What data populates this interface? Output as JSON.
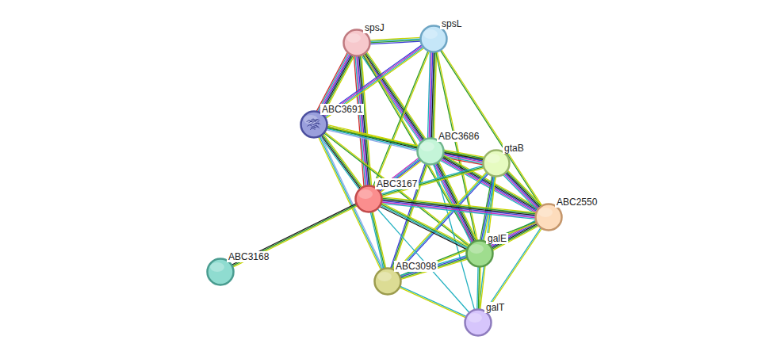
{
  "diagram": {
    "nodes": [
      {
        "text": [
          "spsJ"
        ]
      },
      {
        "text": [
          "spsL"
        ]
      },
      {
        "text": [
          "ABC3691"
        ]
      },
      {
        "text": [
          "ABC3686"
        ]
      },
      {
        "text": [
          "gtaB"
        ]
      },
      {
        "text": [
          "ABC3167"
        ]
      },
      {
        "text": [
          "ABC2550"
        ]
      },
      {
        "text": [
          "galE"
        ]
      },
      {
        "text": [
          "ABC3168"
        ]
      },
      {
        "text": [
          "ABC3098"
        ]
      },
      {
        "text": [
          "galT"
        ]
      }
    ],
    "edges": [
      {
        "from": 0,
        "to": 1,
        "arrow": "none"
      },
      {
        "from": 0,
        "to": 2,
        "arrow": "none"
      },
      {
        "from": 0,
        "to": 3,
        "arrow": "none"
      },
      {
        "from": 0,
        "to": 5,
        "arrow": "none"
      },
      {
        "from": 0,
        "to": 7,
        "arrow": "none"
      },
      {
        "from": 1,
        "to": 2,
        "arrow": "none"
      },
      {
        "from": 1,
        "to": 3,
        "arrow": "none"
      },
      {
        "from": 1,
        "to": 5,
        "arrow": "none"
      },
      {
        "from": 1,
        "to": 6,
        "arrow": "none"
      },
      {
        "from": 1,
        "to": 7,
        "arrow": "none"
      },
      {
        "from": 2,
        "to": 3,
        "arrow": "none"
      },
      {
        "from": 2,
        "to": 4,
        "arrow": "none"
      },
      {
        "from": 2,
        "to": 5,
        "arrow": "none"
      },
      {
        "from": 2,
        "to": 9,
        "arrow": "none"
      },
      {
        "from": 2,
        "to": 7,
        "arrow": "none"
      },
      {
        "from": 3,
        "to": 4,
        "arrow": "none"
      },
      {
        "from": 3,
        "to": 5,
        "arrow": "none"
      },
      {
        "from": 3,
        "to": 6,
        "arrow": "none"
      },
      {
        "from": 3,
        "to": 7,
        "arrow": "none"
      },
      {
        "from": 3,
        "to": 9,
        "arrow": "none"
      },
      {
        "from": 3,
        "to": 10,
        "arrow": "none"
      },
      {
        "from": 4,
        "to": 5,
        "arrow": "none"
      },
      {
        "from": 4,
        "to": 6,
        "arrow": "none"
      },
      {
        "from": 4,
        "to": 7,
        "arrow": "none"
      },
      {
        "from": 4,
        "to": 9,
        "arrow": "none"
      },
      {
        "from": 4,
        "to": 10,
        "arrow": "none"
      },
      {
        "from": 5,
        "to": 6,
        "arrow": "none"
      },
      {
        "from": 5,
        "to": 7,
        "arrow": "none"
      },
      {
        "from": 5,
        "to": 9,
        "arrow": "none"
      },
      {
        "from": 5,
        "to": 10,
        "arrow": "none"
      },
      {
        "from": 5,
        "to": 8,
        "arrow": "none"
      },
      {
        "from": 6,
        "to": 7,
        "arrow": "none"
      },
      {
        "from": 6,
        "to": 9,
        "arrow": "none"
      },
      {
        "from": 6,
        "to": 10,
        "arrow": "none"
      },
      {
        "from": 7,
        "to": 9,
        "arrow": "none"
      },
      {
        "from": 7,
        "to": 10,
        "arrow": "none"
      },
      {
        "from": 9,
        "to": 10,
        "arrow": "none"
      }
    ]
  }
}
